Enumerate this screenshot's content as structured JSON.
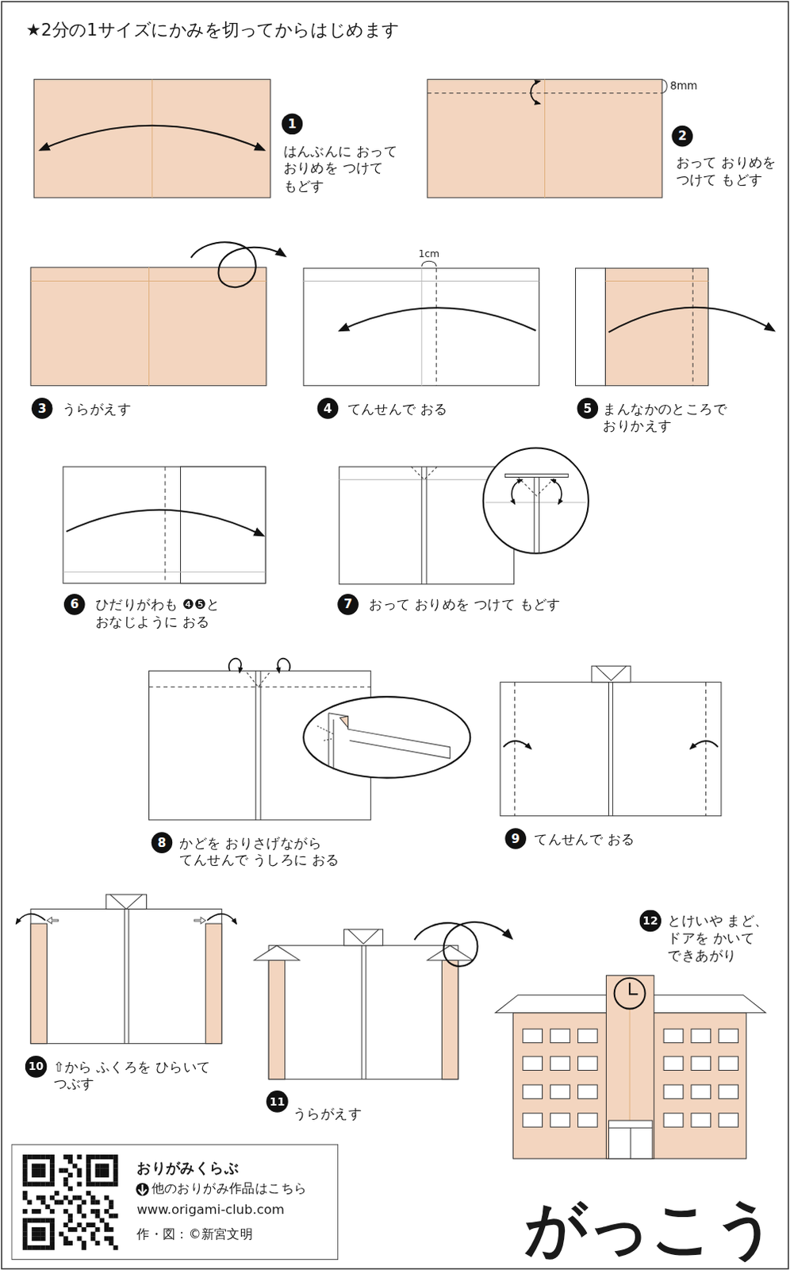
{
  "diagram": {
    "title": "がっこう",
    "nodes": [
      {
        "text": [
          "1"
        ]
      },
      {
        "text": [
          "2"
        ]
      },
      {
        "text": [
          "3"
        ]
      },
      {
        "text": [
          "4"
        ]
      },
      {
        "text": [
          "5"
        ]
      },
      {
        "text": [
          "6"
        ]
      },
      {
        "text": [
          "7"
        ]
      },
      {
        "text": [
          "8"
        ]
      },
      {
        "text": [
          "9"
        ]
      },
      {
        "text": [
          "10"
        ]
      },
      {
        "text": [
          "11"
        ]
      },
      {
        "text": [
          "12"
        ]
      },
      {
        "text": [
          "おりがみくらぶ",
          "他のおりがみ作品はこちら",
          "www.origami-club.com",
          "作・図：©新宮文明"
        ]
      }
    ],
    "labels": [
      "★2分の1サイズにかみを切ってからはじめます",
      "はんぶんに おって おりめを つけて もどす",
      "8mm",
      "おって おりめを つけて もどす",
      "うらがえす",
      "1cm",
      "てんせんで おる",
      "まんなかのところで おりかえす",
      "ひだりがわも ❹❺と おなじように おる",
      "おって おりめを つけて もどす",
      "かどを おりさげながら てんせんで うしろに おる",
      "てんせんで おる",
      "⇧から ふくろを ひらいて つぶす",
      "うらがえす",
      "とけいや まど、ドアを かいて できあがり"
    ]
  }
}
